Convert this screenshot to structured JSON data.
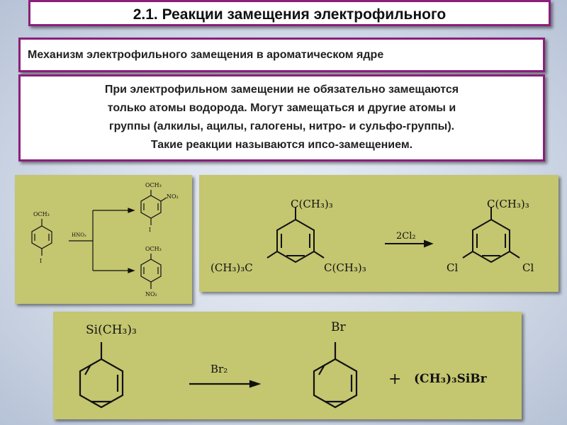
{
  "slide": {
    "title": "2.1. Реакции замещения электрофильного",
    "subtitle": "Механизм электрофильного замещения в ароматическом ядре",
    "body_lines": [
      "При электрофильном замещении не обязательно замещаются",
      "только атомы водорода. Могут замещаться и другие атомы и",
      "группы (алкилы, ацилы, галогены, нитро- и сульфо-группы).",
      "Такие реакции называются ипсо-замещением."
    ]
  },
  "scheme1": {
    "reactant_top": "OCH₃",
    "reactant_bottom": "I",
    "reagent": "HNO₃",
    "product1_top": "OCH₃",
    "product1_right": "NO₂",
    "product1_bottom": "I",
    "product2_top": "OCH₃",
    "product2_bottom": "NO₂"
  },
  "scheme2": {
    "reactant_top": "C(CH₃)₃",
    "reactant_left": "(CH₃)₃C",
    "reactant_right": "C(CH₃)₃",
    "reagent": "2Cl₂",
    "product_top": "C(CH₃)₃",
    "product_left": "Cl",
    "product_right": "Cl"
  },
  "scheme3": {
    "reactant_sub": "Si(CH₃)₃",
    "reagent": "Br₂",
    "product_sub": "Br",
    "plus": "+",
    "byproduct": "(CH₃)₃SiBr"
  },
  "colors": {
    "border": "#8b1f7a",
    "panel": "#c4c670",
    "background": "#d3dbe8"
  }
}
